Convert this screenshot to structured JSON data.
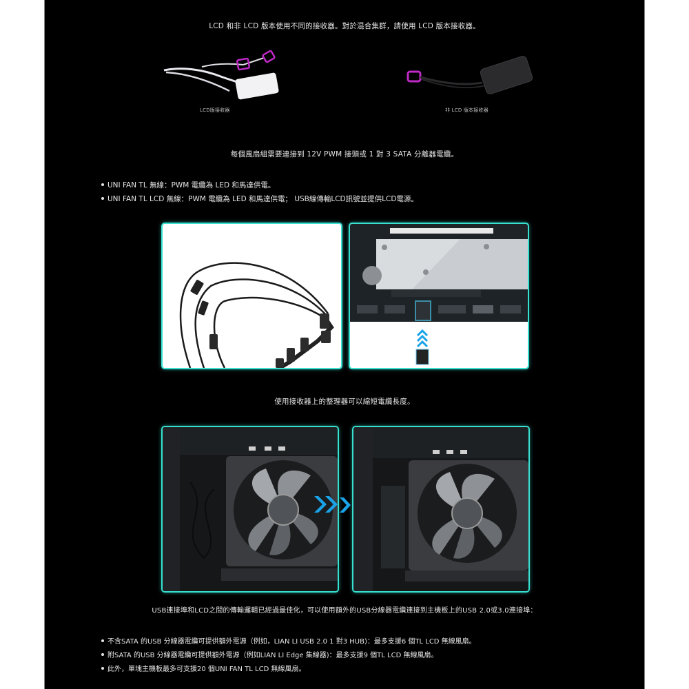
{
  "intro": {
    "title": "LCD 和非 LCD 版本使用不同的接收器。對於混合集群，請使用 LCD 版本接收器。",
    "receivers": [
      {
        "caption": "LCD版接收器",
        "color": "#f2f2f4",
        "accent": "#c02ac8"
      },
      {
        "caption": "非 LCD 版本接收器",
        "color": "#2b2b2e",
        "accent": "#c02ac8"
      }
    ]
  },
  "power": {
    "line": "每個風扇組需要連接到 12V PWM 接頭或 1 對 3 SATA 分離器電纜。",
    "bullets": [
      "UNI FAN TL 無線：PWM 電纜為 LED 和馬達供電。",
      "UNI FAN TL LCD 無線：PWM 電纜為 LED 和馬達供電； USB線傳輸LCD訊號並提供LCD電源。"
    ]
  },
  "images_row1": [
    {
      "name": "pwm-splitter-cable",
      "alt": "PWM splitter cable"
    },
    {
      "name": "motherboard-header",
      "alt": "Motherboard fan header with connector"
    }
  ],
  "organizer": {
    "caption": "使用接收器上的整理器可以縮短電纜長度。"
  },
  "images_row2": [
    {
      "name": "fan-before",
      "alt": "Fan with long cables"
    },
    {
      "name": "fan-after",
      "alt": "Fan with organized cables"
    }
  ],
  "usb": {
    "line": "USB連接埠和LCD之間的傳輸邏輯已經過最佳化，可以使用額外的USB分線器電纜連接到主機板上的USB 2.0或3.0連接埠：",
    "bullets": [
      "不含SATA 的USB 分線器電纜可提供額外電源（例如，LIAN LI USB 2.0 1 對3 HUB)：最多支援6 個TL LCD 無線風扇。",
      "附SATA 的USB 分線器電纜可提供額外電源（例如LIAN LI Edge 集線器)：最多支援9 個TL LCD 無線風扇。",
      "此外，單塊主機板最多可支援20 個UNI FAN TL LCD 無線風扇。"
    ]
  },
  "colors": {
    "page_bg": "#000000",
    "outer_bg": "#ffffff",
    "panel_border": "#37e0d0",
    "arrow": "#1aa3e8",
    "text": "#e6e6e6"
  }
}
